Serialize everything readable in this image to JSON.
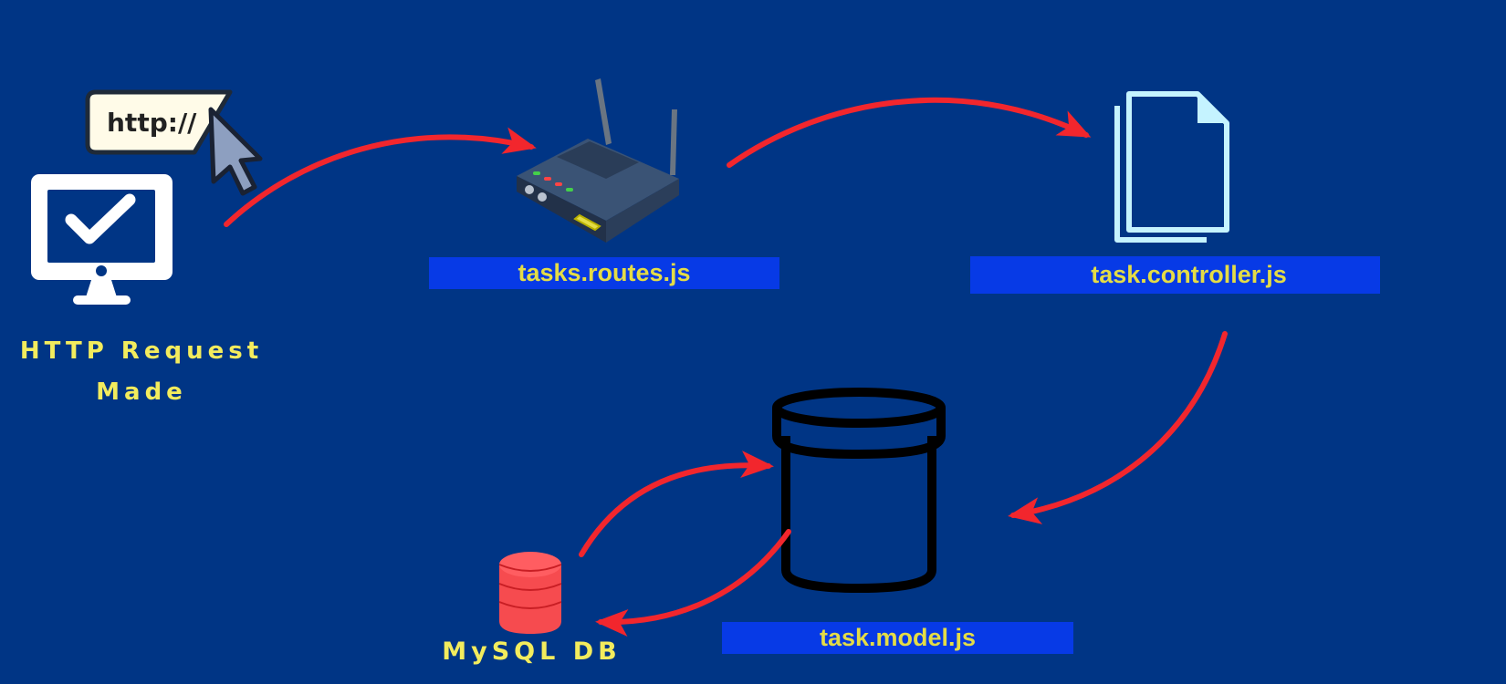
{
  "diagram": {
    "title": "",
    "colors": {
      "background": "#003585",
      "label_box": "#073ae6",
      "label_text": "#e4dc46",
      "caption_text": "#f3ec5d",
      "arrow": "#f2262d",
      "database": "#f64b4f",
      "document_outline": "#c5f3ff",
      "monitor": "#ffffff"
    },
    "nodes": {
      "http_request": {
        "caption_line1": "HTTP Request",
        "caption_line2": "Made",
        "url_text": "http://",
        "icons": [
          "monitor-checkmark-icon",
          "url-bar-icon",
          "mouse-cursor-icon"
        ]
      },
      "routes": {
        "label": "tasks.routes.js",
        "icon": "router-icon"
      },
      "controller": {
        "label": "task.controller.js",
        "icon": "documents-icon"
      },
      "model": {
        "label": "task.model.js",
        "icon": "container-icon"
      },
      "database": {
        "caption": "MySQL DB",
        "icon": "database-icon"
      }
    },
    "edges": [
      {
        "from": "http_request",
        "to": "routes"
      },
      {
        "from": "routes",
        "to": "controller"
      },
      {
        "from": "controller",
        "to": "model"
      },
      {
        "from": "database",
        "to": "model"
      },
      {
        "from": "model",
        "to": "database"
      }
    ]
  }
}
